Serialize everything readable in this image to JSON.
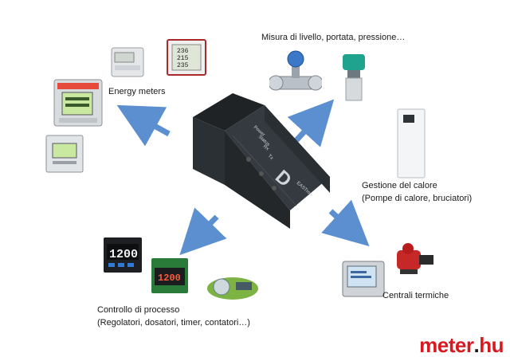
{
  "labels": {
    "energy_meters": "Energy meters",
    "misura": "Misura di livello, portata, pressione…",
    "gestione_line1": "Gestione del calore",
    "gestione_line2": "(Pompe di calore, bruciatori)",
    "centrali": "Centrali termiche",
    "controllo_line1": "Controllo di processo",
    "controllo_line2": "(Regolatori, dosatori, timer, contatori…)"
  },
  "central_device": {
    "face_labels": [
      "Power",
      "Status",
      "Rx",
      "Tx"
    ],
    "brand_mark": "D",
    "model": "EASTron"
  },
  "devices": {
    "meter_a_display": [
      "236",
      "215",
      "235"
    ],
    "controller_display": "1200",
    "controller_display_2": "1200"
  },
  "brand": {
    "prefix": "meter",
    "dot": ".",
    "suffix": "hu",
    "color": "#d71920",
    "dot_color": "#1a1a1a"
  },
  "colors": {
    "arrow": "#5b8fd0",
    "device_dark": "#2e3338",
    "device_green": "#4caf50",
    "lcd": "#c9e8a0"
  }
}
